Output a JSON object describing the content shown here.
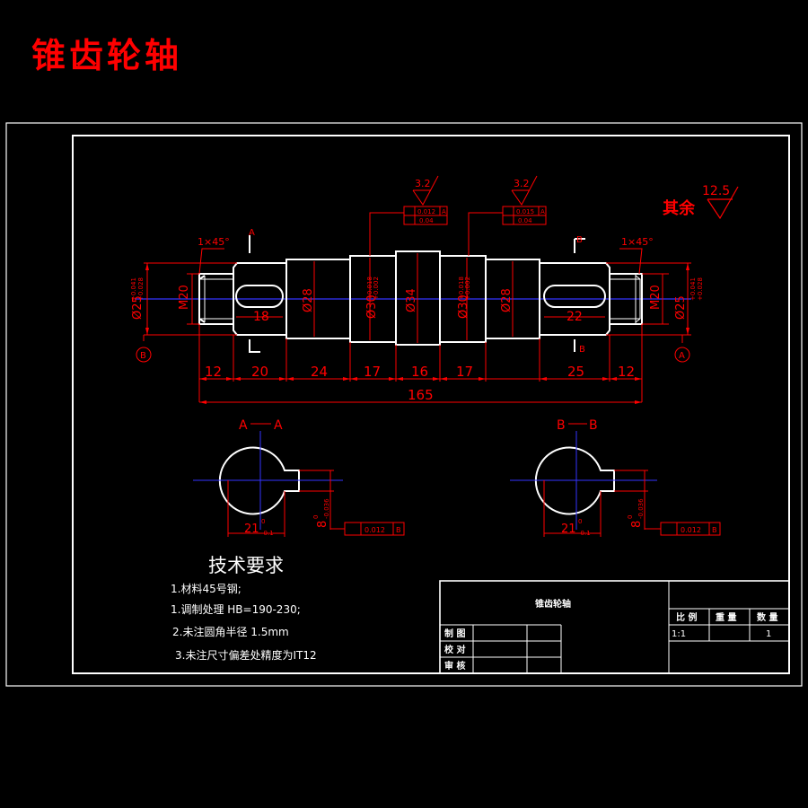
{
  "drawing_title": "锥齿轮轴",
  "roughness_other": {
    "label": "其余",
    "value": "12.5"
  },
  "roughness_marks": [
    "3.2",
    "3.2"
  ],
  "chamfer_labels": [
    "1×45°",
    "1×45°"
  ],
  "section_marks": {
    "a": "A",
    "b": "B"
  },
  "diameter_labels": {
    "left_thread": "M20",
    "left_journal": "Ø25",
    "left_journal_tol": [
      "+0.041",
      "+0.028"
    ],
    "left_shoulder": "Ø28",
    "left_bearing": "Ø30",
    "bearing_tol": [
      "+0.018",
      "+0.002"
    ],
    "collar": "Ø34",
    "right_bearing": "Ø30",
    "right_shoulder": "Ø28",
    "right_journal": "Ø25",
    "right_thread": "M20"
  },
  "keyway_lengths": [
    "18",
    "22"
  ],
  "gtol_frames": [
    {
      "row1": "0.012",
      "datum1": "A",
      "row2": "0.04"
    },
    {
      "row1": "0.015",
      "datum1": "A",
      "row2": "0.04"
    }
  ],
  "lengths": [
    "12",
    "20",
    "24",
    "17",
    "16",
    "17",
    "25",
    "12"
  ],
  "overall_length": "165",
  "section_titles": [
    {
      "left": "A",
      "right": "A"
    },
    {
      "left": "B",
      "right": "B"
    }
  ],
  "section_dims": [
    {
      "width": "21",
      "width_tol": [
        "0",
        "-0.1"
      ],
      "depth": "8",
      "depth_tol": [
        "0",
        "-0.036"
      ],
      "frame": "0.012",
      "datum": "B"
    },
    {
      "width": "21",
      "width_tol": [
        "0",
        "-0.1"
      ],
      "depth": "8",
      "depth_tol": [
        "0",
        "-0.036"
      ],
      "frame": "0.012",
      "datum": "B"
    }
  ],
  "tech_requirements": {
    "title": "技术要求",
    "items": [
      "1.材料45号钢;",
      "1.调制处理 HB=190-230;",
      "2.未注圆角半径 1.5mm",
      "3.未注尺寸偏差处精度为IT12"
    ]
  },
  "title_block": {
    "part_name": "锥齿轮轴",
    "scale_label": "比 例",
    "weight_label": "重 量",
    "qty_label": "数 量",
    "scale_value": "1:1",
    "qty_value": "1",
    "drawn_label": "制 图",
    "checked_label": "校 对",
    "approved_label": "审 核"
  },
  "colors": {
    "background": "#000000",
    "outline": "#ffffff",
    "annotation": "#ff0000",
    "centerline": "#3333ff"
  }
}
